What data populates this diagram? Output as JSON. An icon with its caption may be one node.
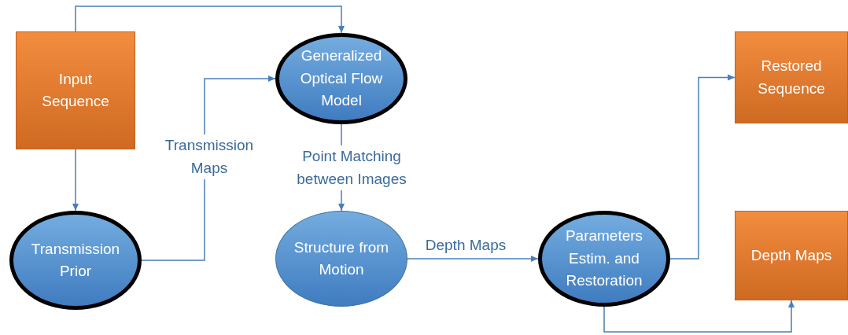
{
  "diagram": {
    "nodes": [
      {
        "text": [
          "Input Sequence"
        ]
      },
      {
        "text": [
          "Generalized Optical Flow Model"
        ]
      },
      {
        "text": [
          "Transmission Prior"
        ]
      },
      {
        "text": [
          "Structure from Motion"
        ]
      },
      {
        "text": [
          "Parameters Estim. and Restoration"
        ]
      },
      {
        "text": [
          "Restored Sequence"
        ]
      },
      {
        "text": [
          "Depth Maps"
        ]
      }
    ],
    "edges": [
      {
        "from": 0,
        "to": 1,
        "arrow": "to"
      },
      {
        "from": 0,
        "to": 2,
        "arrow": "to"
      },
      {
        "from": 2,
        "to": 1,
        "arrow": "to",
        "label": "Transmission Maps"
      },
      {
        "from": 1,
        "to": 3,
        "arrow": "to",
        "label": "Point Matching between Images"
      },
      {
        "from": 3,
        "to": 4,
        "arrow": "to",
        "label": "Depth Maps"
      },
      {
        "from": 4,
        "to": 5,
        "arrow": "to"
      },
      {
        "from": 4,
        "to": 6,
        "arrow": "to"
      }
    ]
  }
}
